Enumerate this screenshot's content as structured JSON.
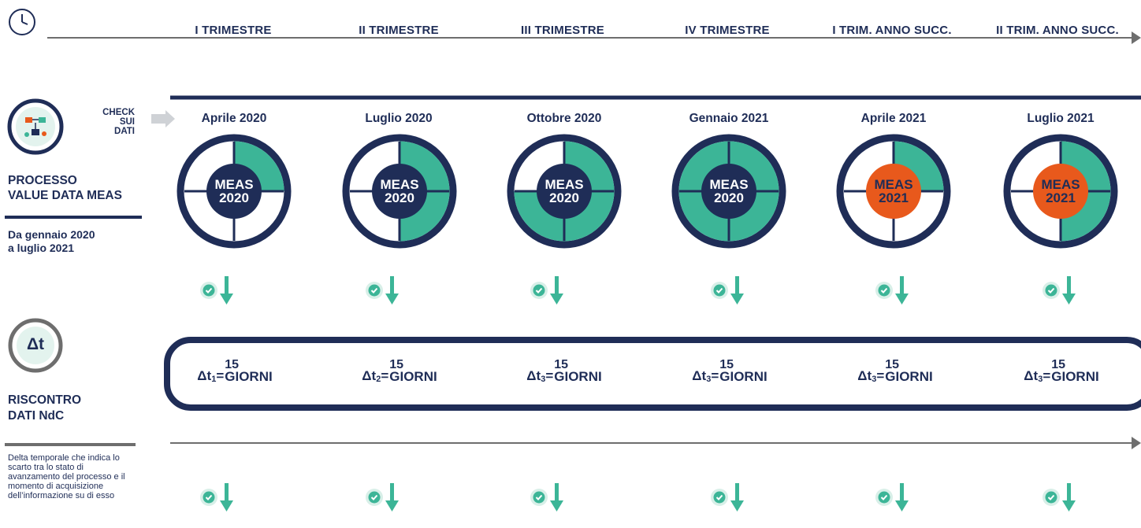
{
  "colors": {
    "navy": "#1f2d57",
    "teal": "#3cb597",
    "orange": "#e8591c",
    "gray": "#6e6e6e"
  },
  "timeline": {
    "clock_icon": "clock-icon",
    "quarters": [
      "I TRIMESTRE",
      "II TRIMESTRE",
      "III TRIMESTRE",
      "IV TRIMESTRE",
      "I TRIM. ANNO SUCC.",
      "II TRIM. ANNO SUCC."
    ]
  },
  "process": {
    "icon": "flowchart-icon",
    "check_label_line1": "CHECK",
    "check_label_line2": "SUI DATI",
    "title_line1": "PROCESSO",
    "title_line2": "VALUE DATA MEAS",
    "period_line1": "Da gennaio 2020",
    "period_line2": "a luglio 2021",
    "months": [
      "Aprile 2020",
      "Luglio 2020",
      "Ottobre 2020",
      "Gennaio 2021",
      "Aprile 2021",
      "Luglio 2021"
    ],
    "rings": [
      {
        "label_line1": "MEAS",
        "label_line2": "2020",
        "quarters_filled": 1,
        "center": "navy"
      },
      {
        "label_line1": "MEAS",
        "label_line2": "2020",
        "quarters_filled": 2,
        "center": "navy"
      },
      {
        "label_line1": "MEAS",
        "label_line2": "2020",
        "quarters_filled": 3,
        "center": "navy"
      },
      {
        "label_line1": "MEAS",
        "label_line2": "2020",
        "quarters_filled": 4,
        "center": "navy"
      },
      {
        "label_line1": "MEAS",
        "label_line2": "2021",
        "quarters_filled": 1,
        "center": "orange"
      },
      {
        "label_line1": "MEAS",
        "label_line2": "2021",
        "quarters_filled": 2,
        "center": "orange"
      }
    ]
  },
  "riscontro": {
    "icon_text": "Δt",
    "title_line1": "RISCONTRO",
    "title_line2": "DATI NdC",
    "description": "Delta temporale che indica lo scarto tra lo stato di avanzamento del processo e il momento di acquisizione dell’informazione su di esso",
    "deltas": [
      {
        "symbol": "Δt",
        "index": "1",
        "eq": "=",
        "value": "15",
        "unit": "GIORNI"
      },
      {
        "symbol": "Δt",
        "index": "2",
        "eq": "=",
        "value": "15",
        "unit": "GIORNI"
      },
      {
        "symbol": "Δt",
        "index": "3",
        "eq": "=",
        "value": "15",
        "unit": "GIORNI"
      },
      {
        "symbol": "Δt",
        "index": "3",
        "eq": "=",
        "value": "15",
        "unit": "GIORNI"
      },
      {
        "symbol": "Δt",
        "index": "3",
        "eq": "=",
        "value": "15",
        "unit": "GIORNI"
      },
      {
        "symbol": "Δt",
        "index": "3",
        "eq": "=",
        "value": "15",
        "unit": "GIORNI"
      }
    ]
  }
}
